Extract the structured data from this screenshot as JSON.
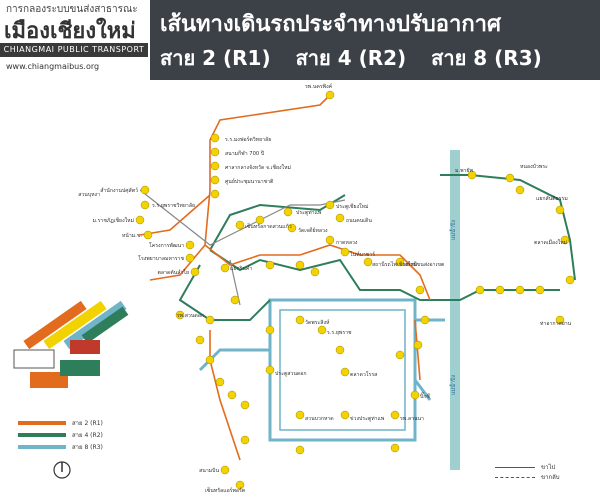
{
  "brand": {
    "line1": "การกลองระบบขนส่งสาธารณะ",
    "line2": "เมืองเชียงใหม่",
    "english": "CHIANGMAI PUBLIC TRANSPORT",
    "url": "www.chiangmaibus.org"
  },
  "header": {
    "title": "เส้นทางเดินรถประจำทางปรับอากาศ",
    "routes": [
      "สาย 2 (R1)",
      "สาย 4 (R2)",
      "สาย 8 (R3)"
    ]
  },
  "colors": {
    "route_2": "#e36b1e",
    "route_4": "#2e7d5b",
    "route_8": "#6fb4c8",
    "station": "#f2d200",
    "river": "#9fd0cf"
  },
  "river_label": "แม่น้ำปิง",
  "stations": [
    "รพ.นครพิงค์",
    "ร.ร.มงฟอร์ตวิทยาลัย",
    "สนามกีฬา 700 ปี",
    "ศาลากลางจังหวัด จ.เชียงใหม่",
    "ศูนย์ประชุมนานาชาติ",
    "สำนักงานปศุสัตว์",
    "ร.ร.ยุพราชวิทยาลัย",
    "สวนบุหงา",
    "ม.ราชภัฏเชียงใหม่",
    "หน้าม.ช.",
    "โครงการพัฒนา",
    "โรงพยาบาลมหาราช",
    "ตลาดต้นลำไย",
    "แยกรินคำ",
    "เซ็นทรัลกาดสวนแก้ว",
    "ประตูท่าแพ",
    "วัดเจดีย์หลวง",
    "ประตูเชียงใหม่",
    "ถนนคนเดิน",
    "กาดหลวง",
    "ไนท์บาซาร์",
    "สถานีรถไฟเชียงใหม่",
    "สถานีขนส่งอาเขต",
    "ประตูสวนดอก",
    "สวนบวกหาด",
    "สนามบิน",
    "เซ็นทรัลแอร์พอร์ต",
    "รพ.สวนดอก",
    "ร.ร.ยุพราช",
    "ตลาดวโรรส",
    "วัดพระสิงห์",
    "ข่วงประตูท่าแพ",
    "รพ.ลานนา",
    "บิ๊กซี",
    "ท่าอากาศยาน",
    "หนองบัวพระ",
    "ม.พายัพ",
    "แยกสันติธรรม",
    "ตลาดเมืองใหม่"
  ],
  "legend": [
    {
      "label": "สาย 2 (R1)",
      "color": "#e36b1e"
    },
    {
      "label": "สาย 4 (R2)",
      "color": "#2e7d5b"
    },
    {
      "label": "สาย 8 (R3)",
      "color": "#6fb4c8"
    }
  ],
  "legend2": [
    "ขาไป",
    "ขากลับ"
  ]
}
